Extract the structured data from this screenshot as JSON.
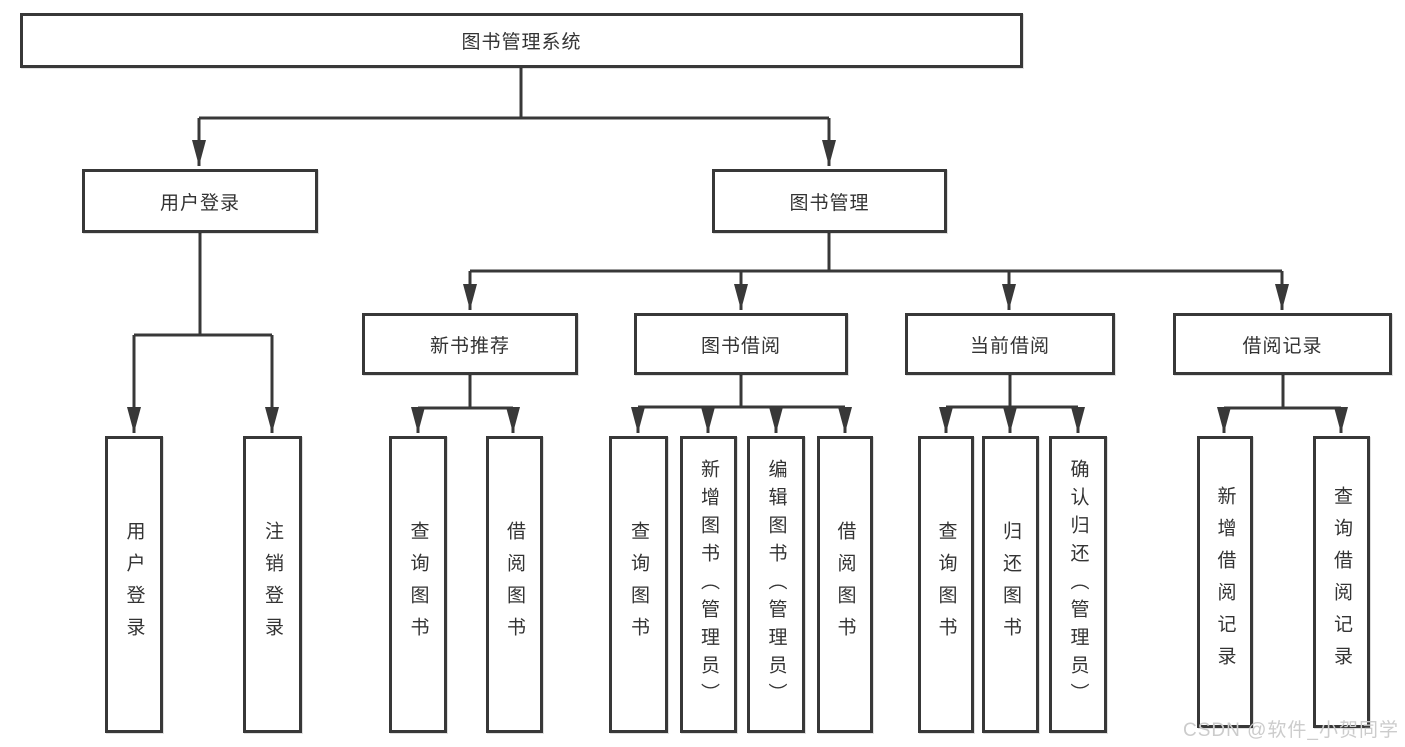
{
  "diagram": {
    "nodes": {
      "root": {
        "label": "图书管理系统"
      },
      "user_login": {
        "label": "用户登录"
      },
      "book_management": {
        "label": "图书管理"
      },
      "user_login_leaf": {
        "label": "用户登录"
      },
      "logout_leaf": {
        "label": "注销登录"
      },
      "new_book_rec": {
        "label": "新书推荐"
      },
      "book_borrow": {
        "label": "图书借阅"
      },
      "current_borrow": {
        "label": "当前借阅"
      },
      "borrow_records": {
        "label": "借阅记录"
      },
      "nbr_query_books": {
        "label": "查询图书"
      },
      "nbr_borrow_books": {
        "label": "借阅图书"
      },
      "bb_query_books": {
        "label": "查询图书"
      },
      "bb_add_books": {
        "label": "新增图书（管理员）"
      },
      "bb_edit_books": {
        "label": "编辑图书（管理员）"
      },
      "bb_borrow_books": {
        "label": "借阅图书"
      },
      "cb_query_books": {
        "label": "查询图书"
      },
      "cb_return_books": {
        "label": "归还图书"
      },
      "cb_confirm_return": {
        "label": "确认归还（管理员）"
      },
      "br_add_record": {
        "label": "新增借阅记录"
      },
      "br_query_record": {
        "label": "查询借阅记录"
      }
    },
    "watermark": "CSDN @软件_小贺同学",
    "colors": {
      "line": "#383838",
      "text": "#333333",
      "background": "#ffffff",
      "watermark": "#cccccc"
    }
  }
}
